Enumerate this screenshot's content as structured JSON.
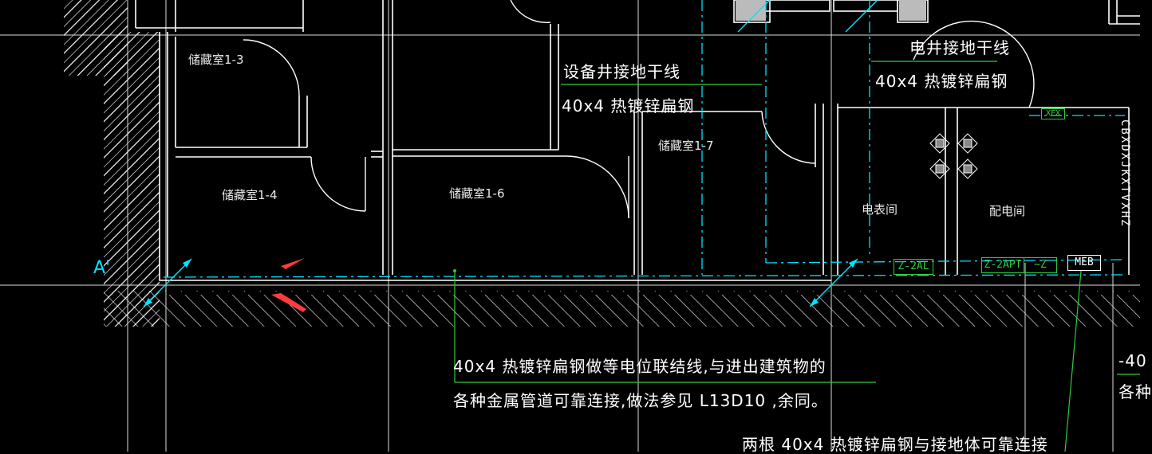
{
  "drawing": {
    "background": "#000000",
    "colors": {
      "wall": "#ffffff",
      "axis": "#ffffff",
      "cyan": "#00e5ff",
      "green": "#2ecc40",
      "arrow": "#ff3b3b",
      "hatch": "#ffffff"
    },
    "rooms": {
      "storage_1_3": "储藏室1-3",
      "storage_1_4": "储藏室1-4",
      "storage_1_6": "储藏室1-6",
      "storage_1_7": "储藏室1-7",
      "meter_room": "电表间",
      "distribution_room": "配电间"
    },
    "axis_label": "A'",
    "notes": {
      "shaft_ground_line_1": "设备井接地干线",
      "shaft_ground_line_2": "40x4 热镀锌扁钢",
      "elec_shaft_ground_line_1": "电井接地干线",
      "elec_shaft_ground_line_2": "40x4 热镀锌扁钢",
      "bonding_note_line_1": "40x4 热镀锌扁钢做等电位联结线,与进出建筑物的",
      "bonding_note_line_2": "各种金属管道可靠连接,做法参见 L13D10 ,余同。",
      "bottom_note": "两根 40x4 热镀锌扁钢与接地体可靠连接",
      "right_cut_1": "-40",
      "right_cut_2": "各种"
    },
    "boxes": {
      "panel_1": "Z-2AL",
      "panel_2": "Z-2APT",
      "panel_3": "~Z",
      "meb": "MEB",
      "xfx": "XFX"
    },
    "vertical_label": "CBXDXJKXTVXHZ"
  }
}
